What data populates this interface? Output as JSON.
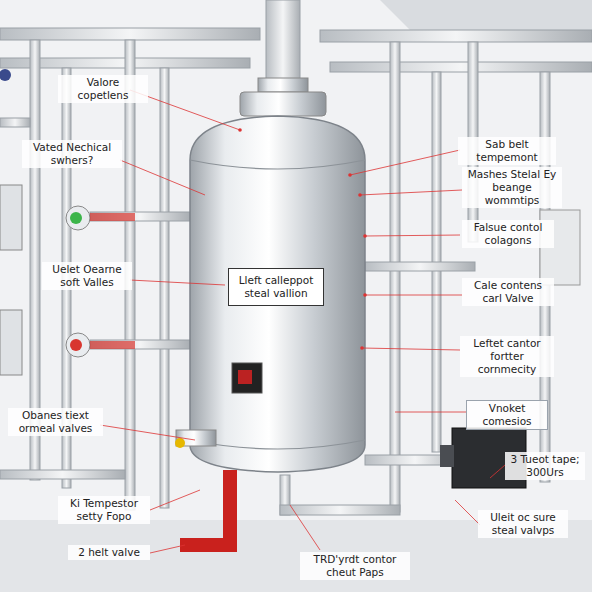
{
  "diagram": {
    "nodes": [
      {
        "text": [
          "Lleft calleppot steal vallion"
        ]
      }
    ],
    "labels": [
      "Valore copetlens",
      "Vated Nechical swhers?",
      "Uelet Oearne soft Valles",
      "Obanes tiext ormeal valves",
      "Ki Tempestor setty Fopo",
      "2 helt valve",
      "TRD'yrdt contor cheut Paps",
      "Sab belt tempemont",
      "Mashes Stelal Ey beange wommtips",
      "Falsue contol colagons",
      "Cale contens carl Valve",
      "Leftet cantor fortter cornmecity",
      "Vnoket comesios",
      "3 Tueot tape; 300Urs",
      "Uleit oc sure steal valvps"
    ]
  }
}
